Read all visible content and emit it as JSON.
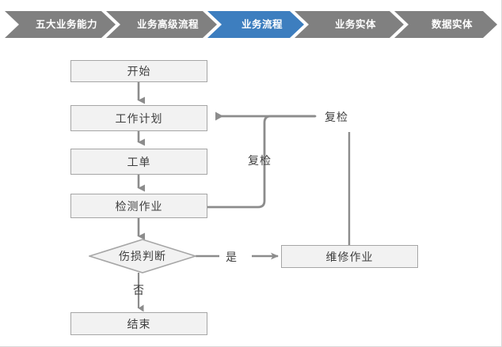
{
  "colors": {
    "crumb_inactive": "#808080",
    "crumb_active": "#3d7ebf",
    "crumb_text": "#ffffff",
    "node_fill": "#f2f2f2",
    "node_border": "#a6a6a6",
    "connector": "#8c8c8c",
    "text": "#3f3f3f",
    "page_background": "#ffffff"
  },
  "breadcrumb": {
    "active_index": 2,
    "items": [
      {
        "label": "五大业务能力",
        "active": false
      },
      {
        "label": "业务高级流程",
        "active": false
      },
      {
        "label": "业务流程",
        "active": true
      },
      {
        "label": "业务实体",
        "active": false
      },
      {
        "label": "数据实体",
        "active": false
      }
    ]
  },
  "flowchart": {
    "nodes": [
      {
        "id": "start",
        "label": "开始",
        "shape": "rect"
      },
      {
        "id": "workplan",
        "label": "工作计划",
        "shape": "rect"
      },
      {
        "id": "workorder",
        "label": "工单",
        "shape": "rect"
      },
      {
        "id": "inspect",
        "label": "检测作业",
        "shape": "rect"
      },
      {
        "id": "decision",
        "label": "伤损判断",
        "shape": "diamond"
      },
      {
        "id": "repair",
        "label": "维修作业",
        "shape": "rect"
      },
      {
        "id": "end",
        "label": "结束",
        "shape": "rect"
      }
    ],
    "edge_labels": {
      "recheck_inner": "复检",
      "recheck_outer": "复检",
      "yes": "是",
      "no": "否"
    }
  }
}
